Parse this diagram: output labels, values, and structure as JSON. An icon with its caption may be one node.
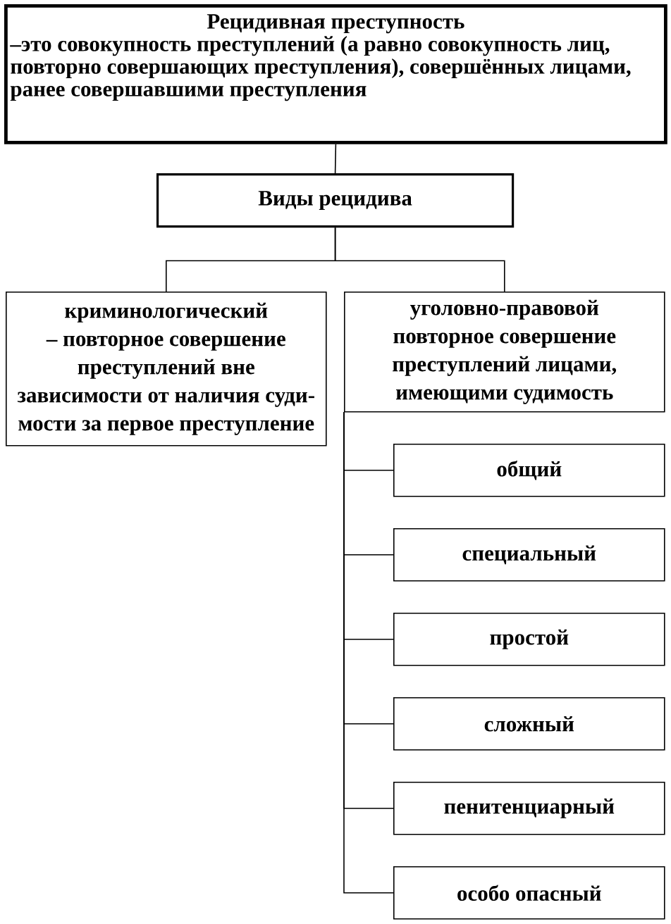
{
  "diagram": {
    "nodes": [
      {
        "text": [
          "Рецидивная преступность",
          "–это совокупность преступлений (а равно совокупность лиц, повторно совершающих преступления), совершённых лицами, ранее совершавшими преступления"
        ]
      },
      {
        "text": [
          "Виды рецидива"
        ]
      },
      {
        "text": [
          "криминологический",
          "– повторное совершение преступлений вне зависимости от наличия суди- мости за первое преступление"
        ]
      },
      {
        "text": [
          "уголовно-правовой",
          "повторное совершение преступлений лицами, имеющими судимость"
        ]
      },
      {
        "text": [
          "общий"
        ]
      },
      {
        "text": [
          "специальный"
        ]
      },
      {
        "text": [
          "простой"
        ]
      },
      {
        "text": [
          "сложный"
        ]
      },
      {
        "text": [
          "пенитенциарный"
        ]
      },
      {
        "text": [
          "особо опасный"
        ]
      }
    ],
    "edges": [
      {
        "from": 0,
        "to": 1,
        "arrow": "none"
      },
      {
        "from": 1,
        "to": 2,
        "arrow": "none"
      },
      {
        "from": 1,
        "to": 3,
        "arrow": "none"
      },
      {
        "from": 3,
        "to": 4,
        "arrow": "none"
      },
      {
        "from": 3,
        "to": 5,
        "arrow": "none"
      },
      {
        "from": 3,
        "to": 6,
        "arrow": "none"
      },
      {
        "from": 3,
        "to": 7,
        "arrow": "none"
      },
      {
        "from": 3,
        "to": 8,
        "arrow": "none"
      },
      {
        "from": 3,
        "to": 9,
        "arrow": "none"
      }
    ]
  }
}
